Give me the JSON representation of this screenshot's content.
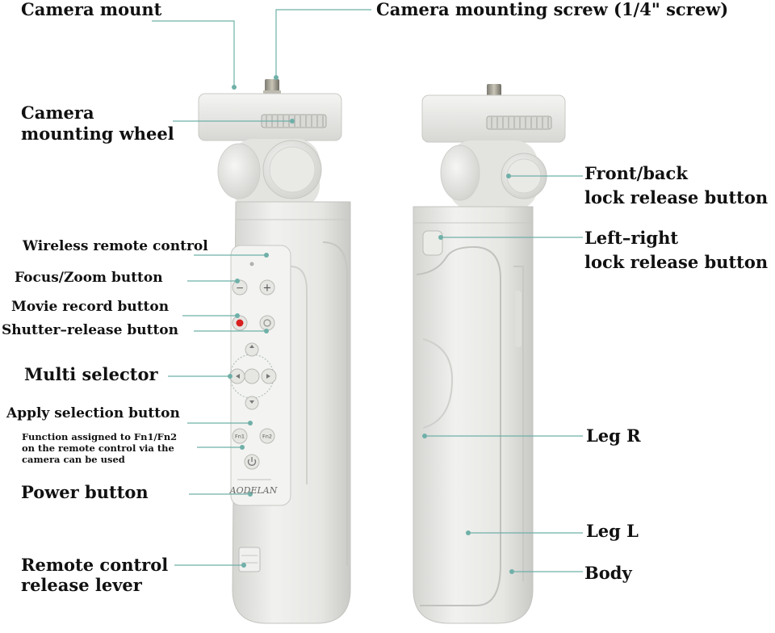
{
  "labels": {
    "camera_mount": "Camera mount",
    "camera_mounting_screw": "Camera mounting screw (1/4\" screw)",
    "camera_mounting_wheel_1": "Camera",
    "camera_mounting_wheel_2": "mounting wheel",
    "wireless_remote_control": "Wireless remote control",
    "focus_zoom_button": "Focus/Zoom button",
    "movie_record_button": "Movie record button",
    "shutter_release_button": "Shutter–release button",
    "multi_selector": "Multi selector",
    "apply_selection_button": "Apply selection button",
    "fn_note_1": "Function assigned to Fn1/Fn2",
    "fn_note_2": "on the remote control via the",
    "fn_note_3": "camera can be used",
    "power_button": "Power button",
    "remote_release_lever_1": "Remote control",
    "remote_release_lever_2": "release lever",
    "front_back_lock_1": "Front/back",
    "front_back_lock_2": "lock release button",
    "left_right_lock_1": "Left–right",
    "left_right_lock_2": "lock release button",
    "leg_r": "Leg R",
    "leg_l": "Leg L",
    "body": "Body"
  },
  "remote": {
    "brand": "AODELAN",
    "fn1": "Fn1",
    "fn2": "Fn2",
    "minus": "−",
    "plus": "+"
  },
  "colors": {
    "leader_line": "#6fb0a8",
    "device_fill": "#ececea",
    "device_shade": "#d6d6d3",
    "record_red": "#d92020"
  }
}
